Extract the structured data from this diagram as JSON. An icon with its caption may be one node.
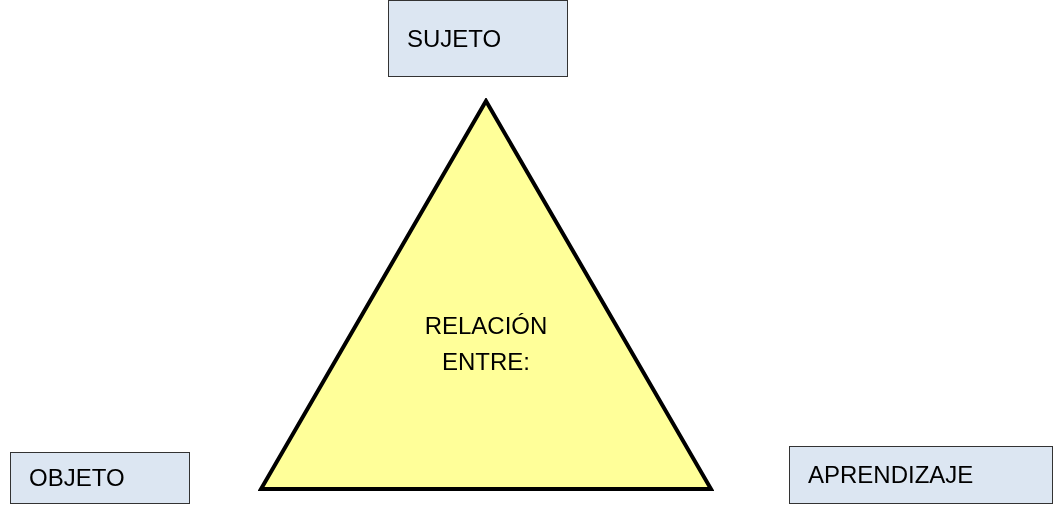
{
  "diagram": {
    "nodes": [
      {
        "text": [
          "RELACIÓN ENTRE:"
        ]
      },
      {
        "text": [
          "SUJETO"
        ]
      },
      {
        "text": [
          "OBJETO"
        ]
      },
      {
        "text": [
          "APRENDIZAJE"
        ]
      }
    ]
  }
}
